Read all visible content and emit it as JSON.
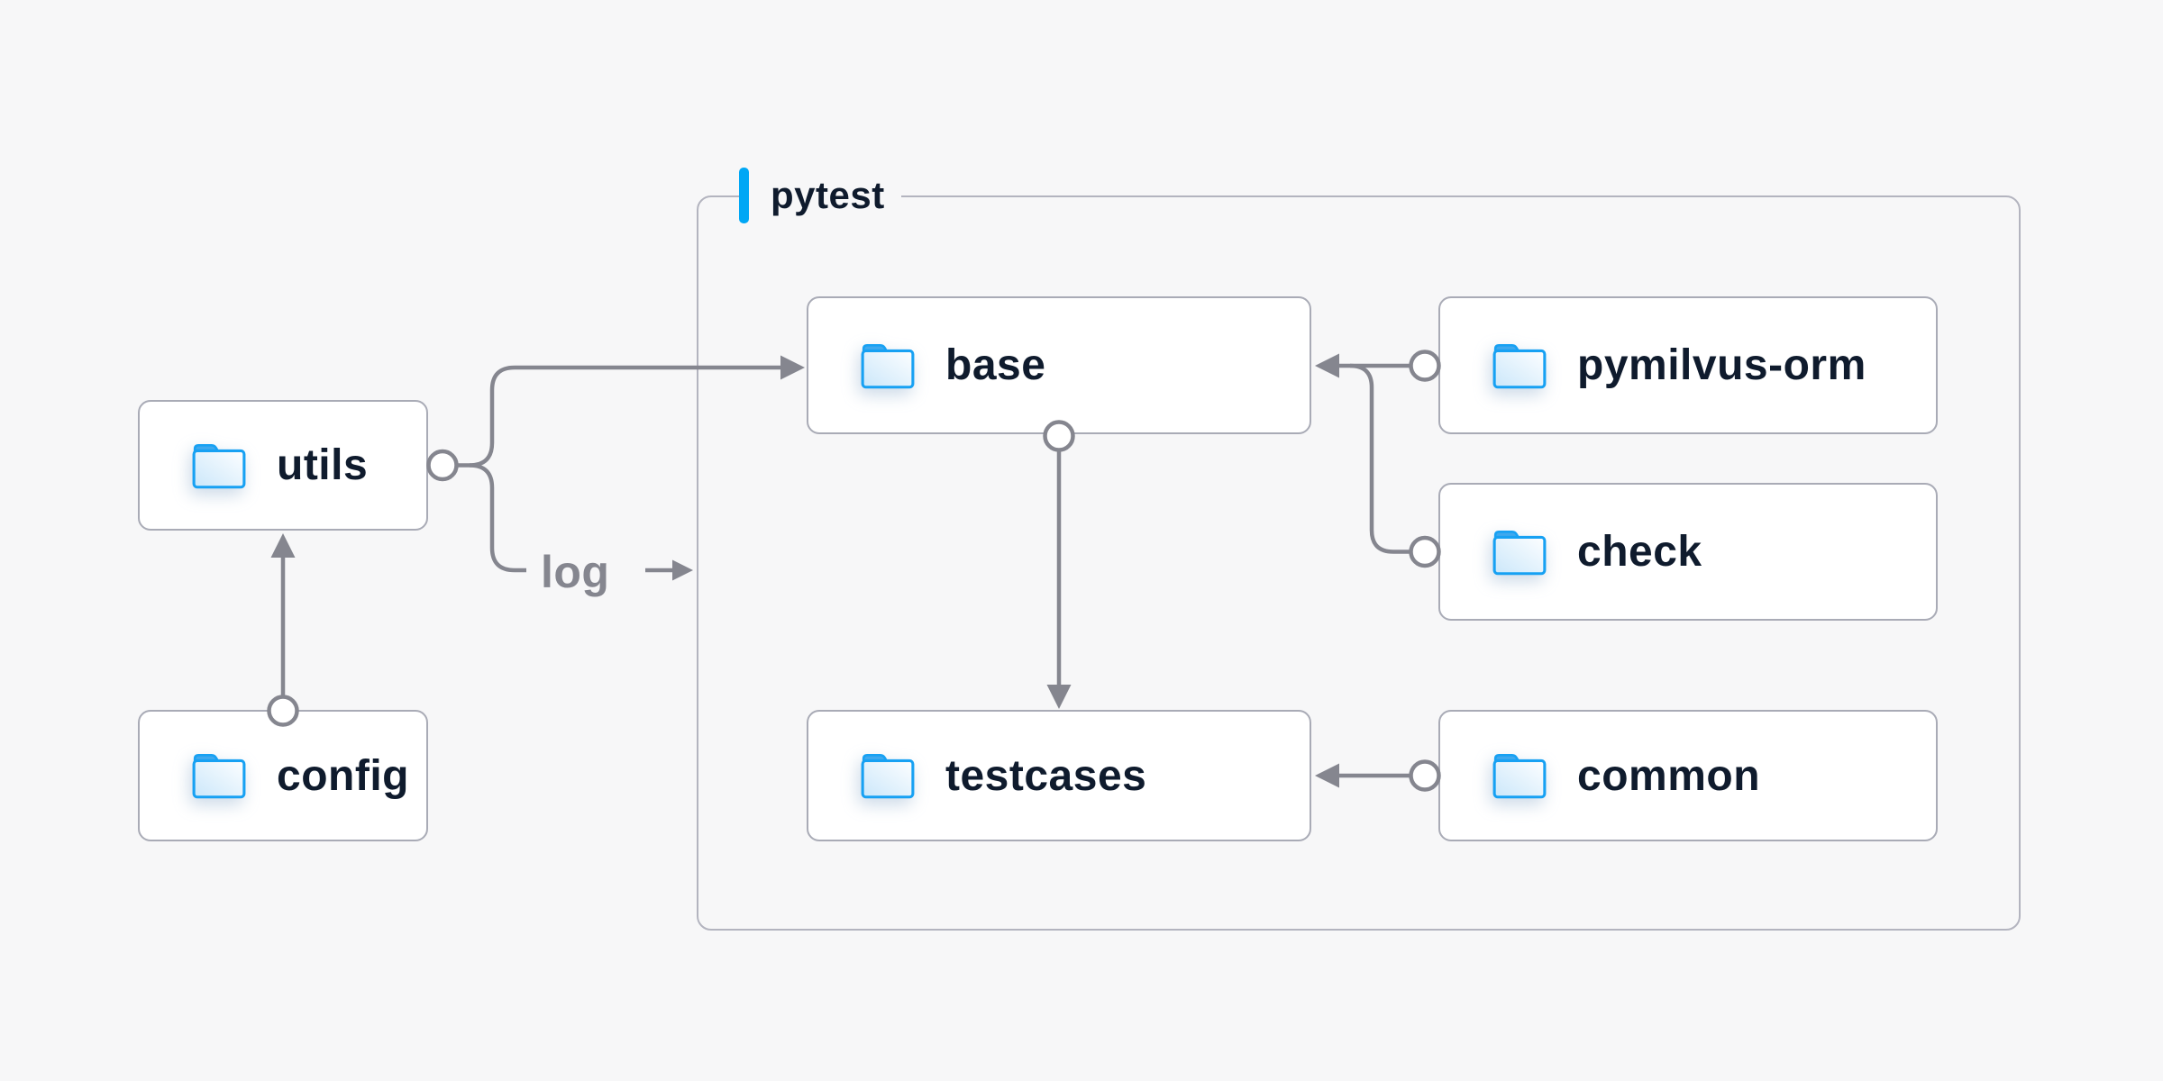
{
  "diagram": {
    "container_label": "pytest",
    "log_label": "log",
    "nodes": [
      {
        "id": "utils",
        "label": "utils",
        "icon": "folder-icon"
      },
      {
        "id": "config",
        "label": "config",
        "icon": "folder-icon"
      },
      {
        "id": "base",
        "label": "base",
        "icon": "folder-icon"
      },
      {
        "id": "pymilvus-orm",
        "label": "pymilvus-orm",
        "icon": "folder-icon"
      },
      {
        "id": "check",
        "label": "check",
        "icon": "folder-icon"
      },
      {
        "id": "testcases",
        "label": "testcases",
        "icon": "folder-icon"
      },
      {
        "id": "common",
        "label": "common",
        "icon": "folder-icon"
      }
    ],
    "edges": [
      {
        "from": "config",
        "to": "utils"
      },
      {
        "from": "utils",
        "to": "base"
      },
      {
        "from": "utils",
        "to": "log",
        "label": "log"
      },
      {
        "from": "base",
        "to": "testcases"
      },
      {
        "from": "pymilvus-orm",
        "to": "base"
      },
      {
        "from": "check",
        "to": "base"
      },
      {
        "from": "common",
        "to": "testcases"
      }
    ],
    "colors": {
      "background": "#f7f7f8",
      "node_background": "#ffffff",
      "node_border": "#a9abb6",
      "container_border": "#b3b4bf",
      "connector": "#85868f",
      "label_text": "#0f1b2d",
      "accent_blue": "#00a7f5",
      "folder_stroke": "#17a1f3",
      "folder_tab": "#3fa8ee",
      "folder_fill_light": "#fdfeff",
      "folder_fill_dark": "#cbe7fa"
    }
  }
}
